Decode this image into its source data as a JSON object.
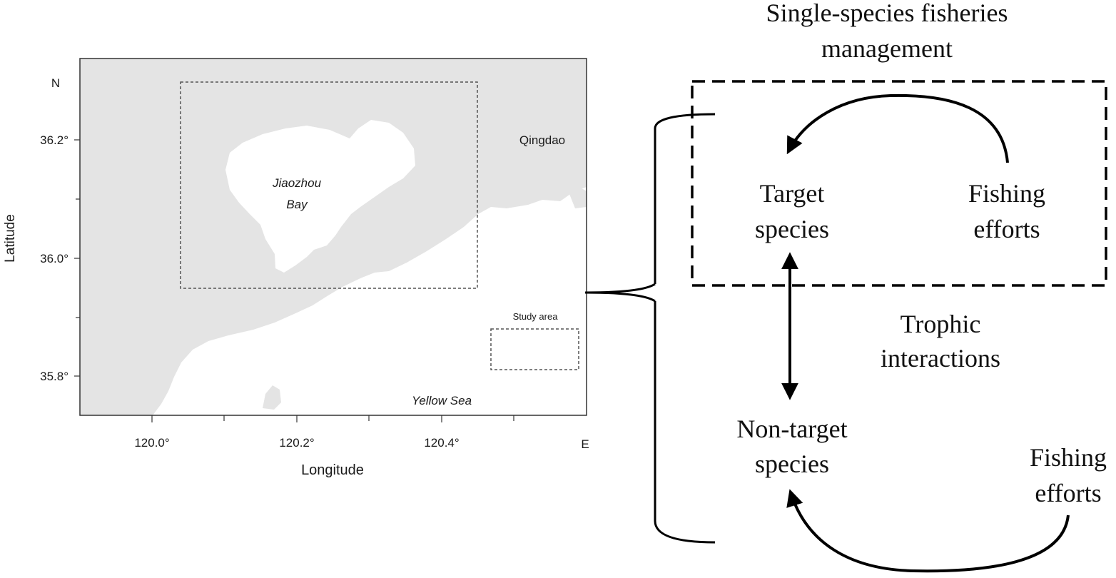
{
  "map": {
    "north_label": "N",
    "east_label": "E",
    "ylabel": "Latitude",
    "xlabel": "Longitude",
    "lat_ticks": [
      "36.2°",
      "36.0°",
      "35.8°"
    ],
    "lon_ticks": [
      "120.0°",
      "120.2°",
      "120.4°"
    ],
    "city": "Qingdao",
    "bay_line1": "Jiaozhou",
    "bay_line2": "Bay",
    "sea": "Yellow Sea",
    "study_area": "Study area",
    "colors": {
      "land": "#e4e4e4",
      "water": "#ffffff",
      "frame": "#333333"
    }
  },
  "diagram": {
    "title_line1": "Single-species fisheries",
    "title_line2": "management",
    "target_line1": "Target",
    "target_line2": "species",
    "effort_top_line1": "Fishing",
    "effort_top_line2": "efforts",
    "trophic_line1": "Trophic",
    "trophic_line2": "interactions",
    "nontarget_line1": "Non-target",
    "nontarget_line2": "species",
    "effort_bottom_line1": "Fishing",
    "effort_bottom_line2": "efforts"
  }
}
